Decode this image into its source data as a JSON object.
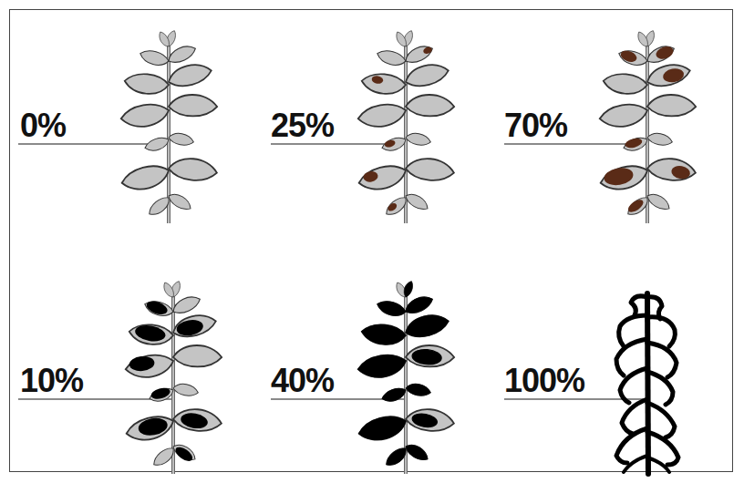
{
  "diagram": {
    "labels": [
      "0%",
      "25%",
      "70%",
      "10%",
      "40%",
      "100%"
    ]
  }
}
